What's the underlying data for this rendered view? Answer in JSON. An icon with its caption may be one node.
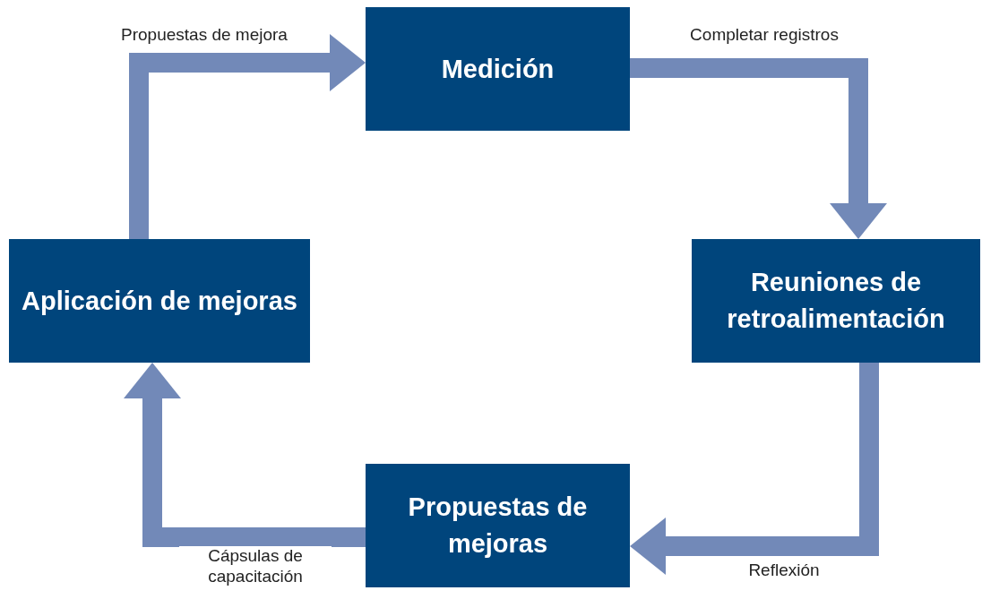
{
  "diagram": {
    "nodes": [
      {
        "text": [
          "Medición"
        ]
      },
      {
        "text": [
          "Reuniones de retroalimentación"
        ]
      },
      {
        "text": [
          "Propuestas de mejoras"
        ]
      },
      {
        "text": [
          "Aplicación de mejoras"
        ]
      }
    ],
    "edges": [
      {
        "from": 0,
        "to": 1,
        "arrow": "to",
        "label": "Completar registros"
      },
      {
        "from": 1,
        "to": 2,
        "arrow": "to",
        "label": "Reflexión"
      },
      {
        "from": 2,
        "to": 3,
        "arrow": "to",
        "label": "Cápsulas de capacitación"
      },
      {
        "from": 3,
        "to": 0,
        "arrow": "to",
        "label": "Propuestas de mejora"
      }
    ]
  }
}
